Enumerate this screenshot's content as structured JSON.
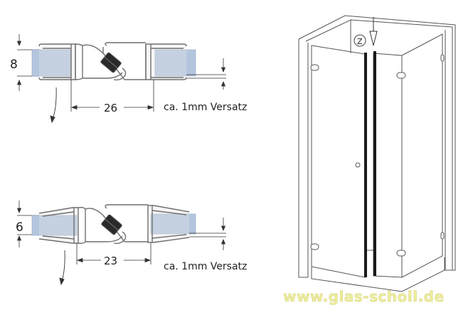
{
  "profiles": [
    {
      "id": "top",
      "thickness_label": "8",
      "width_label": "26",
      "offset_note": "ca. 1mm Versatz"
    },
    {
      "id": "bottom",
      "thickness_label": "6",
      "width_label": "23",
      "offset_note": "ca. 1mm Versatz"
    }
  ],
  "shower": {
    "marker_label": "Z"
  },
  "watermark": {
    "text": "www.glas-scholl.de"
  },
  "colors": {
    "glass": "#b4c6de",
    "profile": "#e6e6e6",
    "profile_stroke": "#6f6f6f",
    "magnet": "#2a2a2a",
    "line": "#333333",
    "watermark": "#eeed9c"
  }
}
